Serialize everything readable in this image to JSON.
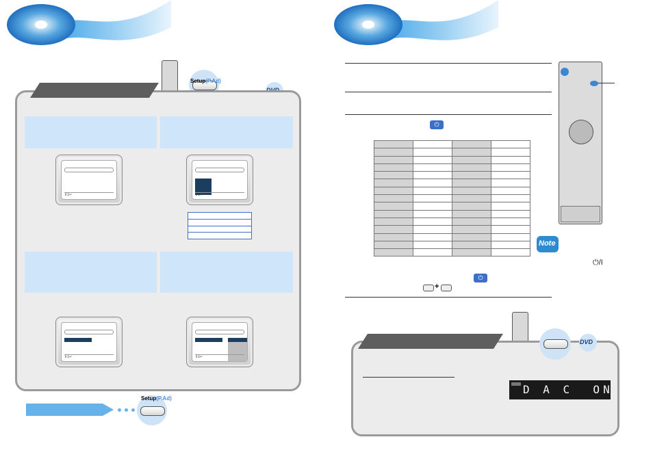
{
  "right_page": {
    "note_badge": "Note",
    "display_panel": {
      "text": "D A C  ON"
    }
  },
  "setup_button": {
    "label": "Setup",
    "label_suffix": "(P.Ad)"
  },
  "dvd_badge": "DVD",
  "icons": {
    "power": "power-icon",
    "disc": "disc-banner-icon",
    "remote": "remote-control-icon"
  }
}
